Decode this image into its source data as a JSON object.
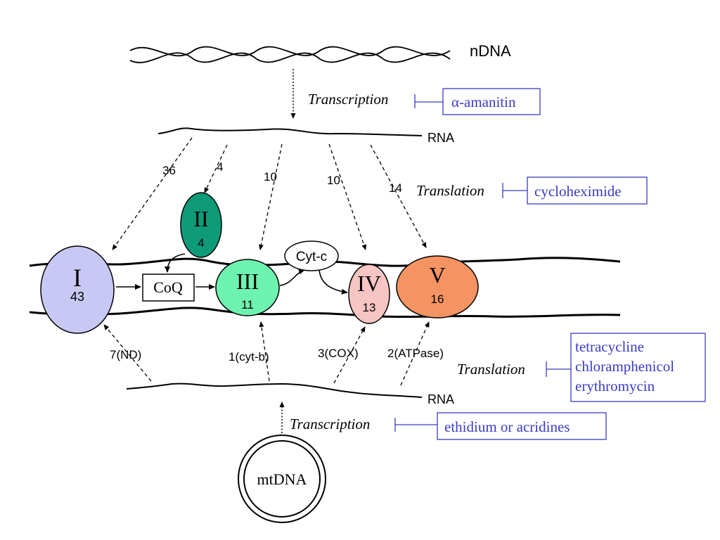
{
  "labels": {
    "ndna": "nDNA",
    "rna_top": "RNA",
    "rna_bottom": "RNA",
    "mtdna": "mtDNA",
    "coq": "CoQ",
    "cytc": "Cyt-c"
  },
  "processes": {
    "transcription_nuclear": "Transcription",
    "translation_cytosolic": "Translation",
    "translation_mito": "Translation",
    "transcription_mito": "Transcription"
  },
  "inhibitors": {
    "transcription_nuclear": [
      "α-amanitin"
    ],
    "translation_cytosolic": [
      "cycloheximide"
    ],
    "translation_mito": [
      "tetracycline",
      "chloramphenicol",
      "erythromycin"
    ],
    "transcription_mito": [
      "ethidium or acridines"
    ]
  },
  "complexes": [
    {
      "numeral": "I",
      "subunits": "43",
      "color": "#c8c8f4"
    },
    {
      "numeral": "II",
      "subunits": "4",
      "color": "#0f9a78"
    },
    {
      "numeral": "III",
      "subunits": "11",
      "color": "#6ef2b0"
    },
    {
      "numeral": "IV",
      "subunits": "13",
      "color": "#f7c5c3"
    },
    {
      "numeral": "V",
      "subunits": "16",
      "color": "#f59463"
    }
  ],
  "nuclear_counts": [
    "36",
    "4",
    "10",
    "10",
    "14"
  ],
  "mito_genes": [
    "7(ND)",
    "1(cyt-b)",
    "3(COX)",
    "2(ATPase)"
  ]
}
